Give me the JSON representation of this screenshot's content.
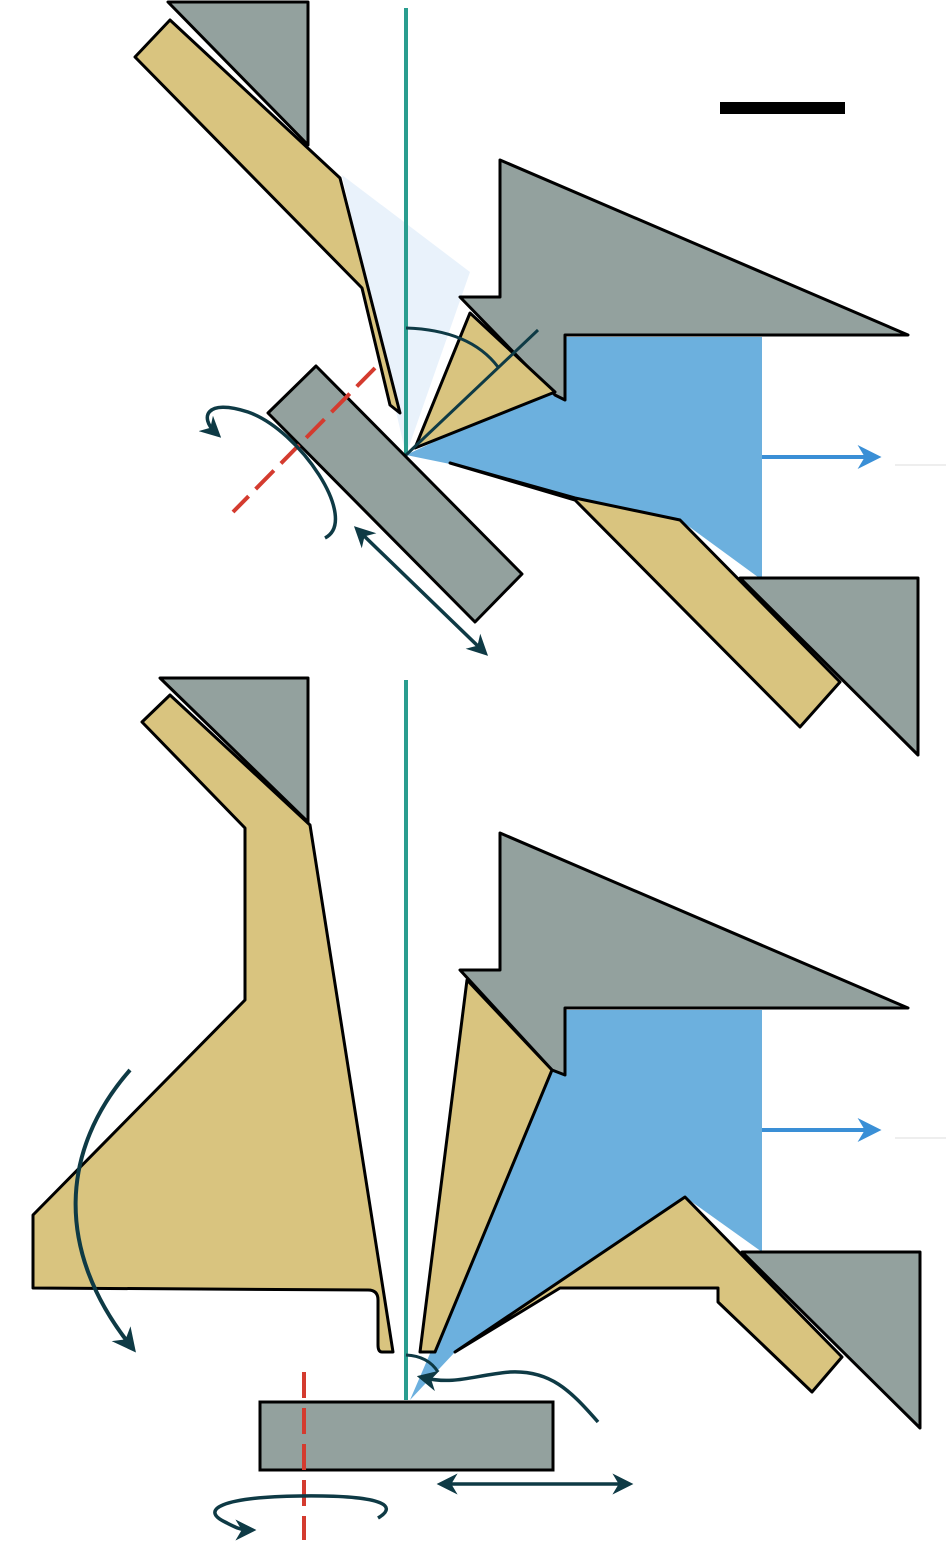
{
  "diagram": {
    "panels": [
      {
        "id": "top",
        "description_tag": "tilted-sample-configuration"
      },
      {
        "id": "bottom",
        "description_tag": "flat-sample-configuration"
      }
    ],
    "colors": {
      "housing": "#93a19e",
      "optic": "#d9c47f",
      "beam": "#6cb0de",
      "beam_light": "#e9f2fb",
      "axis": "#2a9d8f",
      "rotation_axis": "#d43b2f",
      "motion_arrow": "#0e3a45",
      "output_arrow": "#3a8fd6",
      "outline": "#000000",
      "scale_bar": "#000000"
    },
    "icons": {
      "rotation": "rotation-arrow-icon",
      "translation": "double-headed-arrow-icon",
      "output": "right-arrow-icon",
      "tilt": "curved-arrow-icon"
    }
  }
}
